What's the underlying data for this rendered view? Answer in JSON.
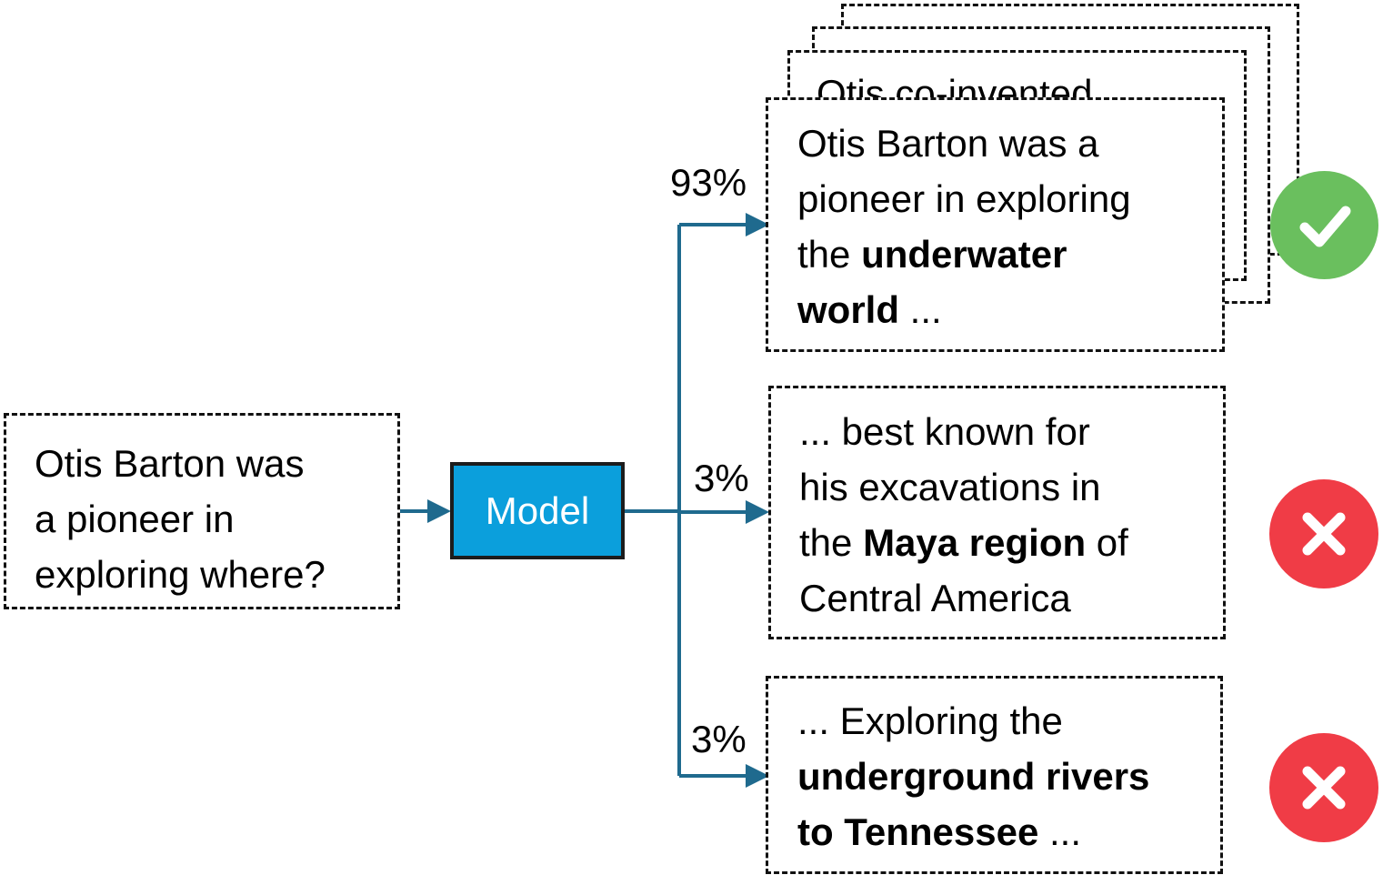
{
  "input": {
    "line1": "Otis Barton was",
    "line2": "a pioneer in",
    "line3": "exploring where?"
  },
  "model": {
    "label": "Model"
  },
  "stacked_partial_text": "Otis co-invented",
  "outputs": [
    {
      "probability": "93%",
      "line1": "Otis Barton was a",
      "line2": "pioneer in exploring",
      "line3_pre": "the ",
      "line3_bold": "underwater",
      "line4_bold": "world",
      "line4_post": " ...",
      "verdict": "correct"
    },
    {
      "probability": "3%",
      "line1": "... best known for",
      "line2": "his excavations in",
      "line3_pre": "the ",
      "line3_bold": "Maya region",
      "line3_post": " of",
      "line4": "Central America",
      "verdict": "incorrect"
    },
    {
      "probability": "3%",
      "line1": "... Exploring the",
      "line2_bold": "underground rivers",
      "line3_bold": "to Tennessee",
      "line3_post": " ...",
      "verdict": "incorrect"
    }
  ],
  "colors": {
    "arrow": "#1f6a8e",
    "model_fill": "#0b9fdc",
    "correct": "#6abf5e",
    "incorrect": "#f03c46"
  },
  "icons": {
    "correct": "check-icon",
    "incorrect": "cross-icon"
  }
}
